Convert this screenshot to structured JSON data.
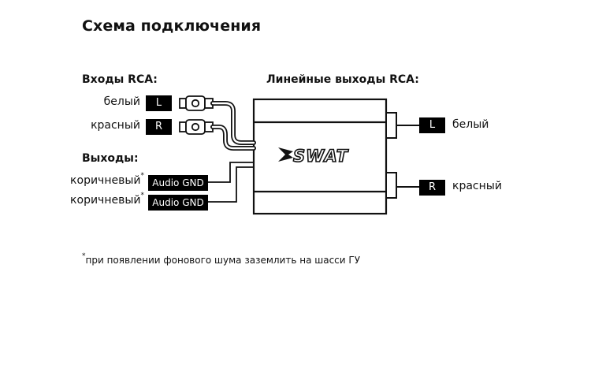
{
  "title": "Схема подключения",
  "inputs": {
    "heading": "Входы RCA:",
    "items": [
      {
        "label": "белый",
        "channel": "L"
      },
      {
        "label": "красный",
        "channel": "R"
      }
    ]
  },
  "outputs": {
    "heading": "Выходы:",
    "items": [
      {
        "label": "коричневый",
        "mark": "*",
        "tag": "Audio GND"
      },
      {
        "label": "коричневый",
        "mark": "*",
        "tag": "Audio GND"
      }
    ]
  },
  "line_outputs": {
    "heading": "Линейные выходы RCA:",
    "items": [
      {
        "channel": "L",
        "label": "белый"
      },
      {
        "channel": "R",
        "label": "красный"
      }
    ]
  },
  "device": {
    "logo": "SWAT"
  },
  "footnote": {
    "mark": "*",
    "text": "при появлении фонового шума заземлить на шасси ГУ"
  },
  "colors": {
    "ink": "#111111",
    "tag_bg": "#000000",
    "tag_fg": "#ffffff"
  }
}
